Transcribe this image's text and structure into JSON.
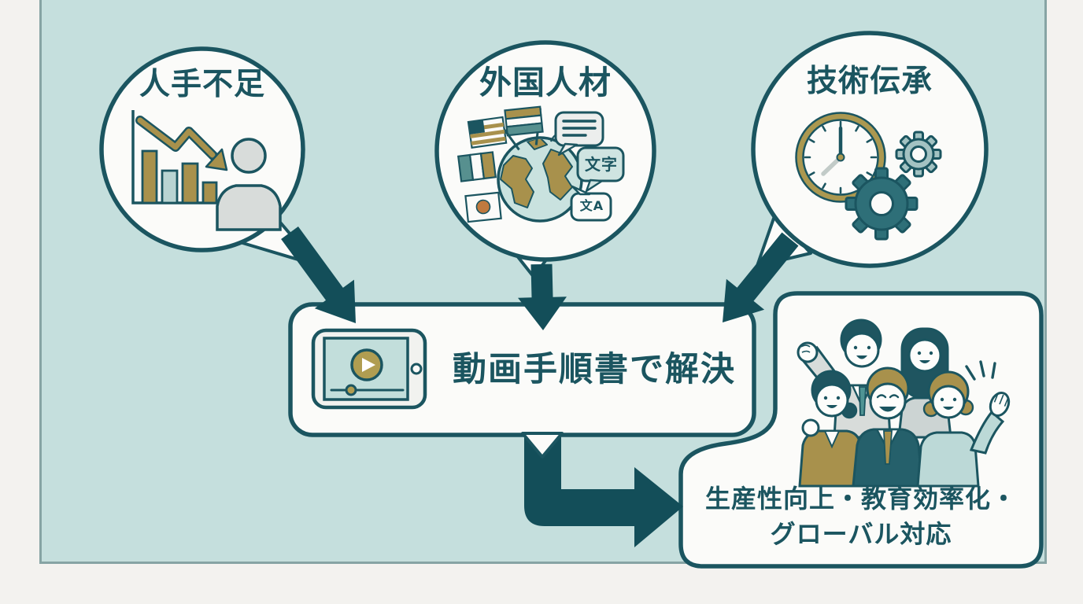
{
  "palette": {
    "background": "#f3f2ef",
    "panel_teal": "#c5dfdd",
    "outline_dark_teal": "#1b5560",
    "arrow_dark_teal": "#134e59",
    "olive_gold": "#a8914c",
    "light_teal": "#c2dedb",
    "light_gray": "#d8dcda",
    "box_white": "#fbfbf9",
    "japan_sun_orange": "#c07a3e"
  },
  "problems": [
    {
      "label": "人手不足",
      "icon": "declining-bar-chart-with-person"
    },
    {
      "label": "外国人材",
      "icon": "globe-flags-speech-bubbles",
      "bubble_texts": [
        "文字",
        "文A"
      ]
    },
    {
      "label": "技術伝承",
      "icon": "clock-and-gears"
    }
  ],
  "solution": {
    "label": "動画手順書で解決",
    "icon": "tablet-video-player"
  },
  "outcome": {
    "line1": "生産性向上・教育効率化・",
    "line2": "グローバル対応",
    "icon": "smiling-team-of-five"
  }
}
